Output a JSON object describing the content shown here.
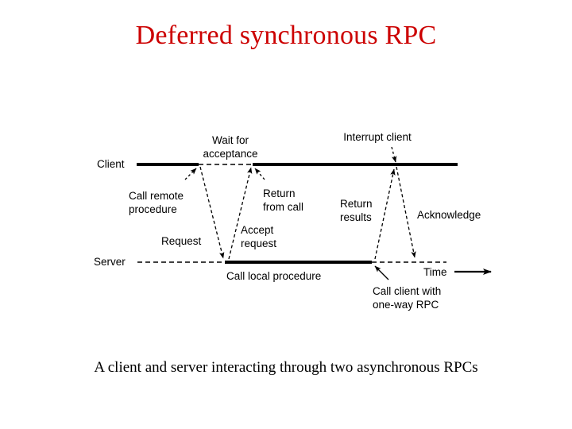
{
  "slide": {
    "title": "Deferred synchronous RPC",
    "caption": "A client and server interacting through two asynchronous RPCs",
    "title_color": "#cc0000",
    "caption_color": "#000000",
    "background": "#ffffff"
  },
  "diagram": {
    "type": "sequence-timeline",
    "lanes": [
      {
        "id": "client",
        "label": "Client"
      },
      {
        "id": "server",
        "label": "Server"
      }
    ],
    "axis": {
      "label": "Time",
      "direction": "right"
    },
    "labels": {
      "wait_for_acceptance_line1": "Wait for",
      "wait_for_acceptance_line2": "acceptance",
      "interrupt_client": "Interrupt client",
      "call_remote_line1": "Call remote",
      "call_remote_line2": "procedure",
      "return_from_call_line1": "Return",
      "return_from_call_line2": "from call",
      "return_results_line1": "Return",
      "return_results_line2": "results",
      "acknowledge": "Acknowledge",
      "request": "Request",
      "accept_request_line1": "Accept",
      "accept_request_line2": "request",
      "call_local_procedure": "Call local procedure",
      "call_client_line1": "Call client with",
      "call_client_line2": "one-way RPC"
    },
    "colors": {
      "line": "#000000",
      "text": "#000000"
    }
  }
}
